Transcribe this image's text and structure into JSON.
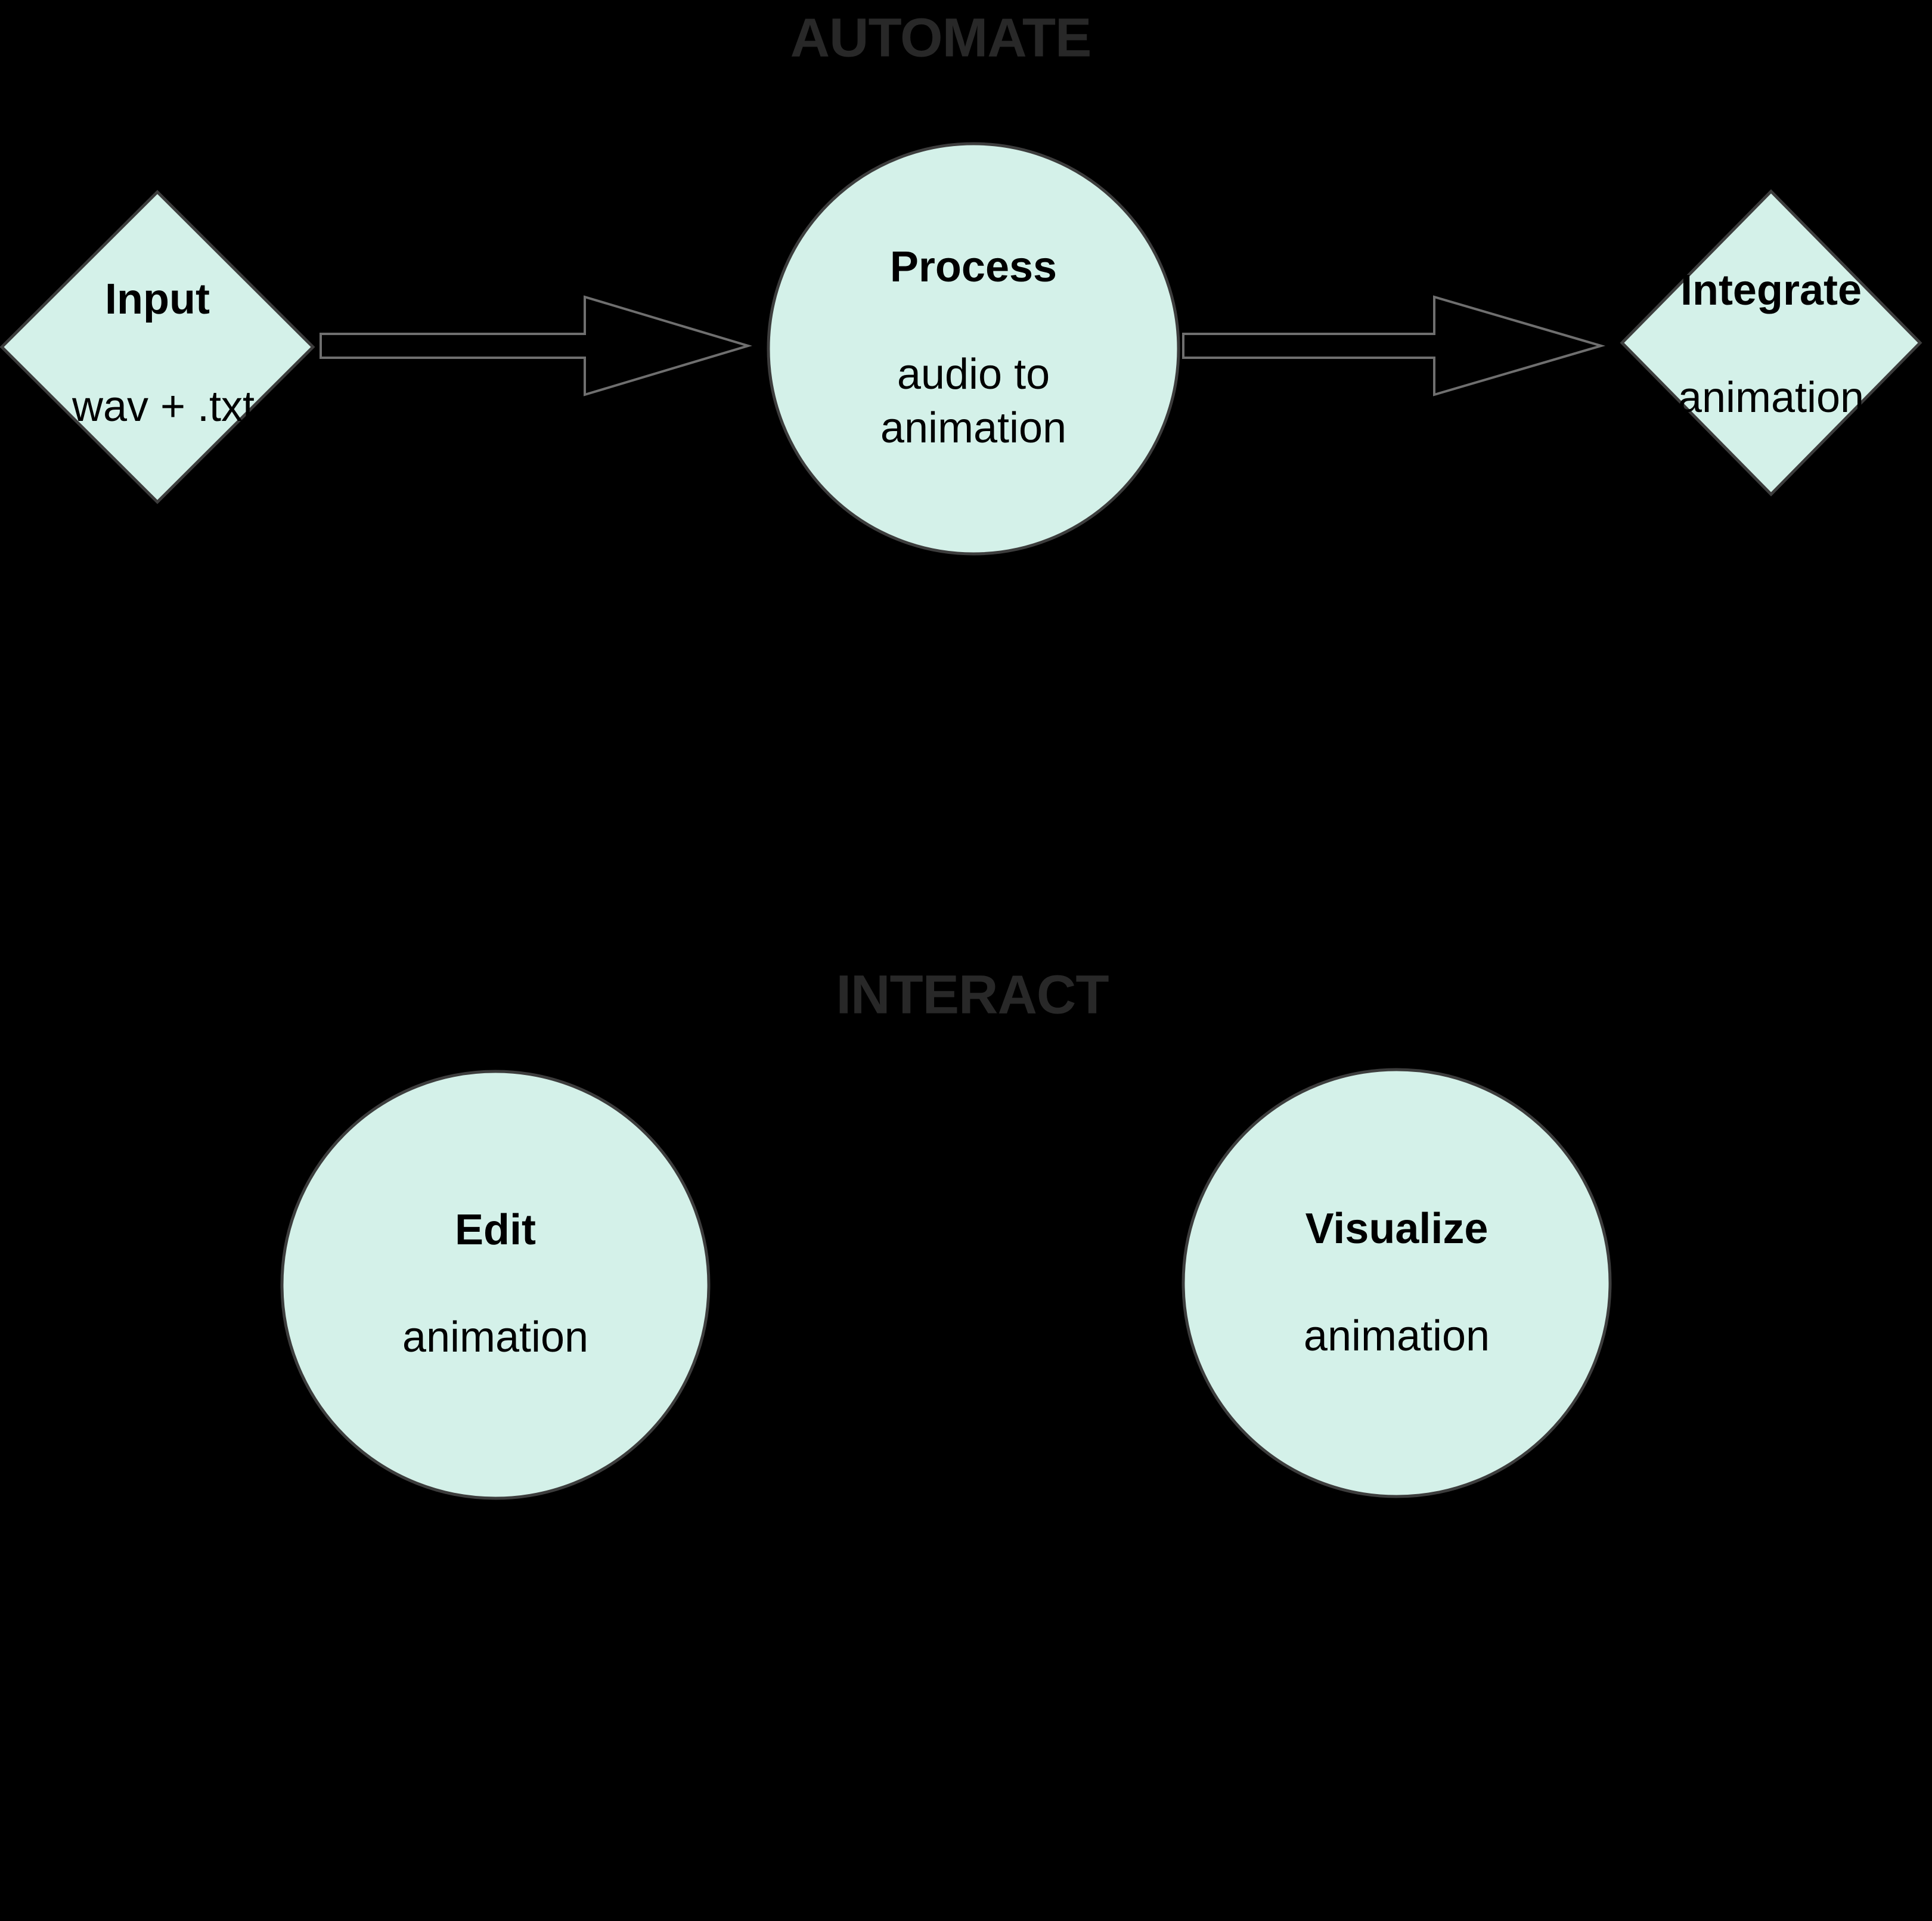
{
  "sections": {
    "automate": {
      "title": "AUTOMATE"
    },
    "interact": {
      "title": "INTERACT"
    }
  },
  "nodes": {
    "input": {
      "shape": "diamond",
      "title": "Input",
      "subtitle": ".wav + .txt"
    },
    "process": {
      "shape": "circle",
      "title": "Process",
      "subtitle": "audio to\nanimation"
    },
    "integrate": {
      "shape": "diamond",
      "title": "Integrate",
      "subtitle": "animation"
    },
    "edit": {
      "shape": "circle",
      "title": "Edit",
      "subtitle": "animation"
    },
    "visualize": {
      "shape": "circle",
      "title": "Visualize",
      "subtitle": "animation"
    }
  },
  "connectors": [
    {
      "name": "input-to-process-arrow",
      "type": "block-arrow-right"
    },
    {
      "name": "process-to-integrate-arrow",
      "type": "block-arrow-right"
    }
  ],
  "colors": {
    "background": "#000000",
    "node_fill": "#d4f1e9",
    "node_border": "#3d3d3d",
    "arrow_outline": "#6f6f6f",
    "section_title_text": "#282828",
    "node_text": "#000000"
  }
}
